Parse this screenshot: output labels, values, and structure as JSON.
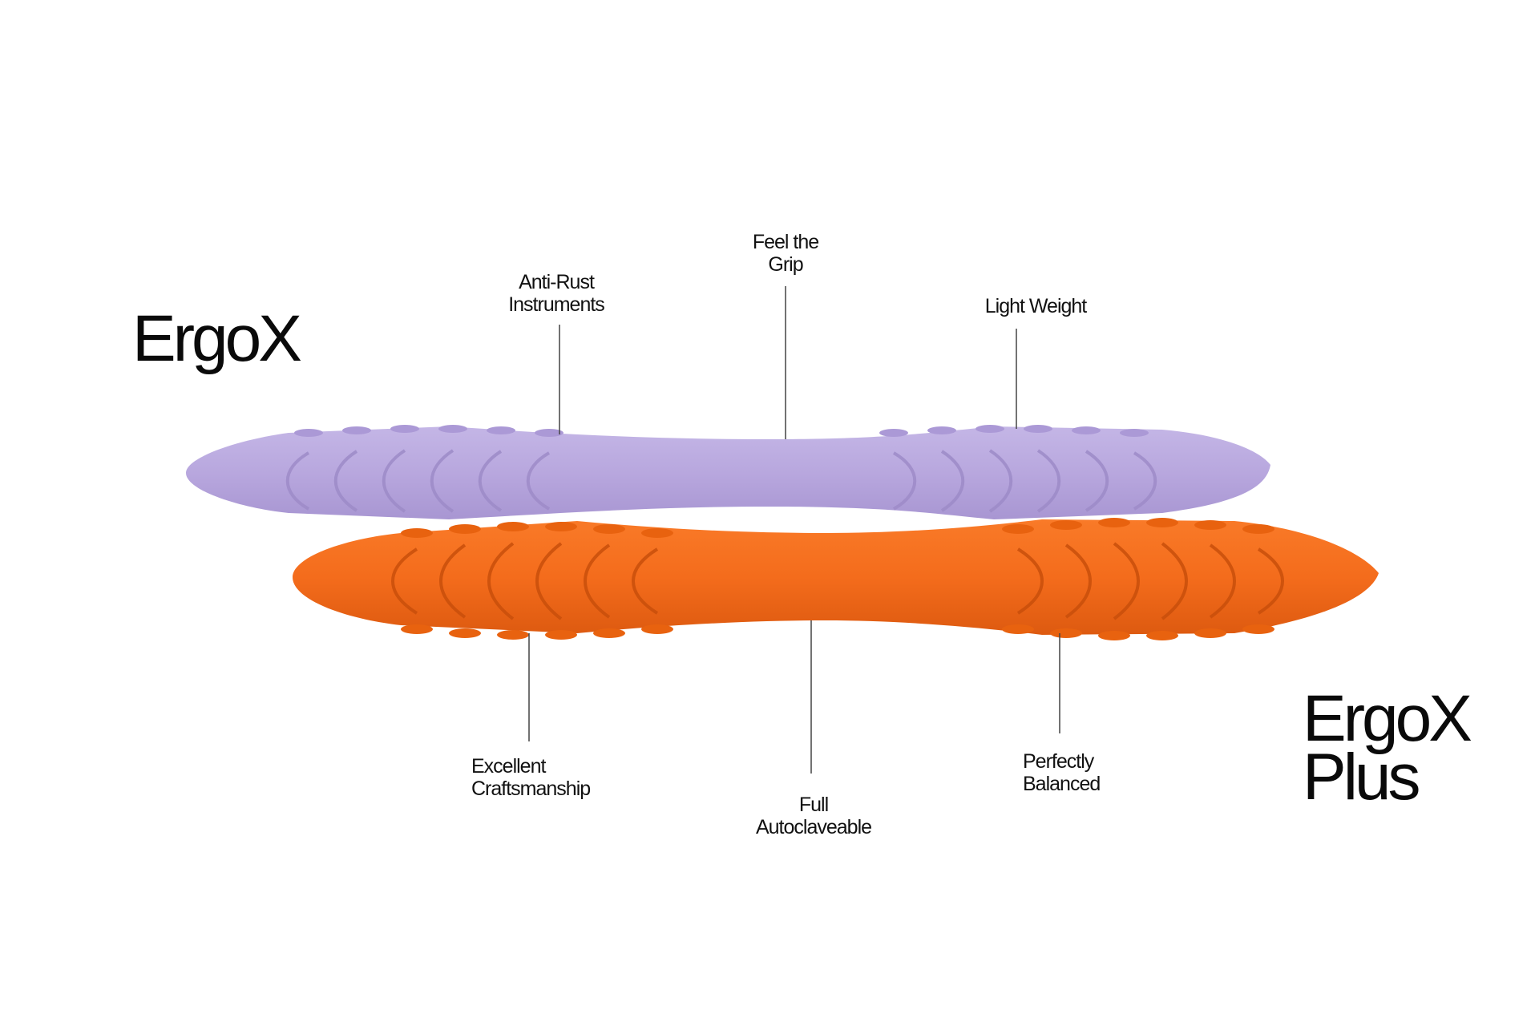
{
  "products": {
    "ergox": {
      "name": "ErgoX",
      "color": "#b7a6dd"
    },
    "ergox_plus": {
      "name_line1": "ErgoX",
      "name_line2": "Plus",
      "color": "#f26a1b"
    }
  },
  "features": {
    "anti_rust": {
      "line1": "Anti-Rust",
      "line2": "Instruments"
    },
    "feel_grip": {
      "line1": "Feel the",
      "line2": "Grip"
    },
    "light_weight": {
      "line1": "Light Weight"
    },
    "craftsmanship": {
      "line1": "Excellent",
      "line2": "Craftsmanship"
    },
    "autoclaveable": {
      "line1": "Full",
      "line2": "Autoclaveable"
    },
    "balanced": {
      "line1": "Perfectly",
      "line2": "Balanced"
    }
  }
}
